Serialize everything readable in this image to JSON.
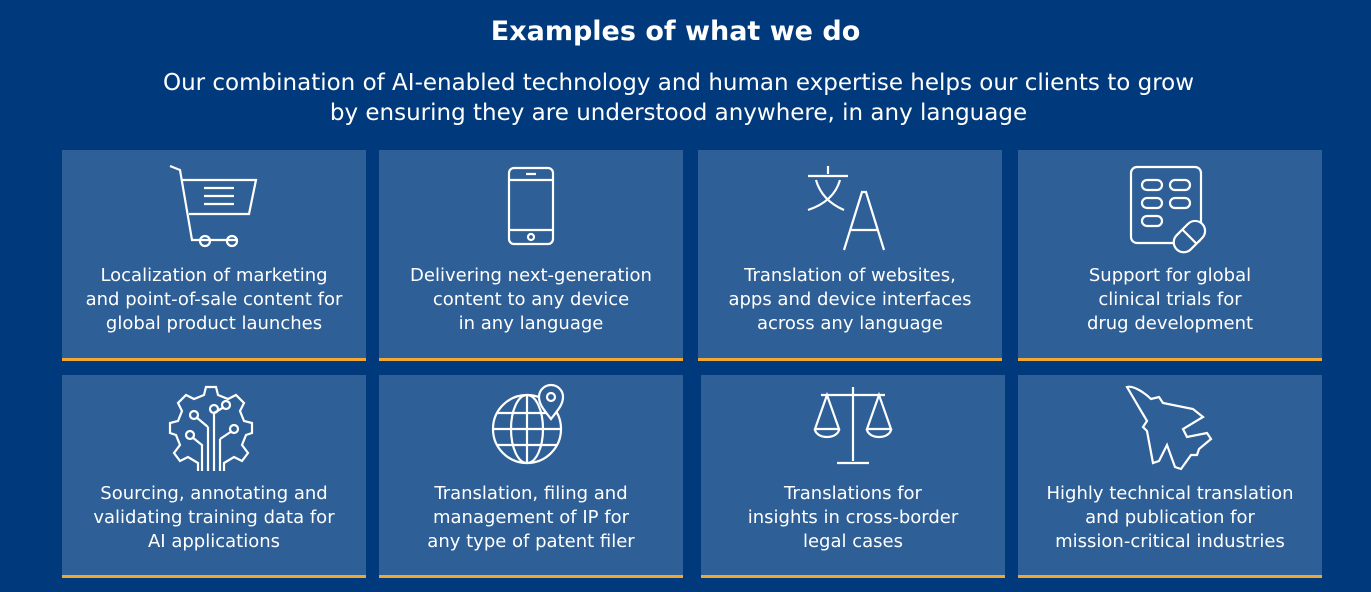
{
  "header": {
    "title": "Examples of what we do",
    "subtitle_line1": "Our combination of AI-enabled technology and human expertise helps our clients to grow",
    "subtitle_line2": "by ensuring they are understood anywhere, in any language"
  },
  "cards": [
    {
      "icon": "shopping-cart-icon",
      "text": "Localization of marketing\nand point-of-sale content for\nglobal product launches"
    },
    {
      "icon": "smartphone-icon",
      "text": "Delivering next-generation\ncontent to any device\nin any language"
    },
    {
      "icon": "translate-icon",
      "text": "Translation of websites,\napps and device interfaces\nacross any language"
    },
    {
      "icon": "pills-icon",
      "text": "Support for global\nclinical trials for\ndrug development"
    },
    {
      "icon": "ai-gear-circuit-icon",
      "text": "Sourcing, annotating and\nvalidating training data for\nAI applications"
    },
    {
      "icon": "globe-pin-icon",
      "text": "Translation, filing and\nmanagement of IP for\nany type of patent filer"
    },
    {
      "icon": "scales-icon",
      "text": "Translations for\ninsights in cross-border\nlegal cases"
    },
    {
      "icon": "fighter-jet-icon",
      "text": "Highly technical translation\nand publication for\nmission-critical industries"
    }
  ],
  "colors": {
    "background": "#003a7c",
    "card": "#2e5f96",
    "accent": "#f0a830"
  }
}
